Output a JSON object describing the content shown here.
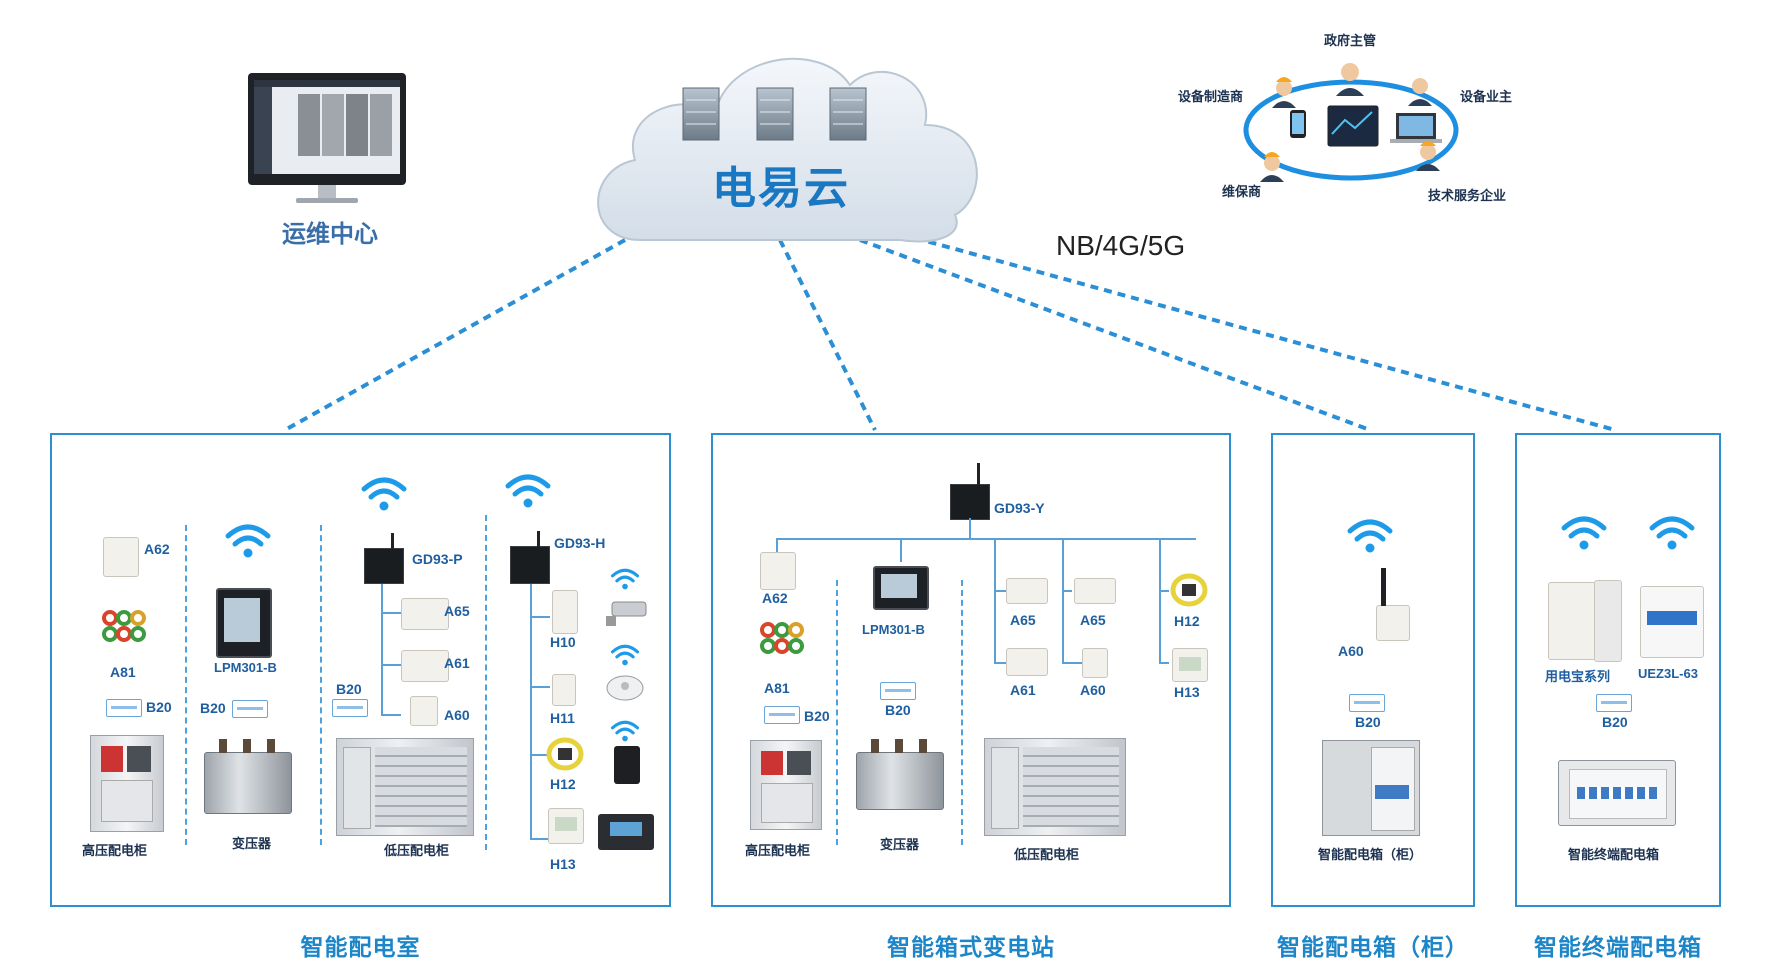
{
  "cloud": {
    "name": "电易云"
  },
  "ops_center": {
    "label": "运维中心"
  },
  "network": {
    "label": "NB/4G/5G"
  },
  "stakeholders": {
    "government": "政府主管",
    "manufacturer": "设备制造商",
    "owner": "设备业主",
    "maintainer": "维保商",
    "tech_service": "技术服务企业"
  },
  "sections": [
    {
      "title": "智能配电室",
      "labels": {
        "a62": "A62",
        "a81": "A81",
        "b20_1": "B20",
        "lpm": "LPM301-B",
        "b20_2": "B20",
        "gd93p": "GD93-P",
        "a65": "A65",
        "a61": "A61",
        "a60": "A60",
        "b20_3": "B20",
        "gd93h": "GD93-H",
        "h10": "H10",
        "h11": "H11",
        "h12": "H12",
        "h13": "H13",
        "hv": "高压配电柜",
        "tx": "变压器",
        "lv": "低压配电柜"
      }
    },
    {
      "title": "智能箱式变电站",
      "labels": {
        "gd93y": "GD93-Y",
        "a62": "A62",
        "a81": "A81",
        "b20_1": "B20",
        "lpm": "LPM301-B",
        "b20_2": "B20",
        "a65a": "A65",
        "a65b": "A65",
        "a61": "A61",
        "a60": "A60",
        "h12": "H12",
        "h13": "H13",
        "hv": "高压配电柜",
        "tx": "变压器",
        "lv": "低压配电柜"
      }
    },
    {
      "title": "智能配电箱（柜）",
      "labels": {
        "a60": "A60",
        "b20": "B20",
        "box": "智能配电箱（柜）"
      }
    },
    {
      "title": "智能终端配电箱",
      "labels": {
        "series": "用电宝系列",
        "uez": "UEZ3L-63",
        "b20": "B20",
        "box": "智能终端配电箱"
      }
    }
  ],
  "colors": {
    "accent": "#1d86c9",
    "border": "#2e8fd0",
    "dash": "#2a8fd6",
    "label": "#1f5fa0"
  }
}
